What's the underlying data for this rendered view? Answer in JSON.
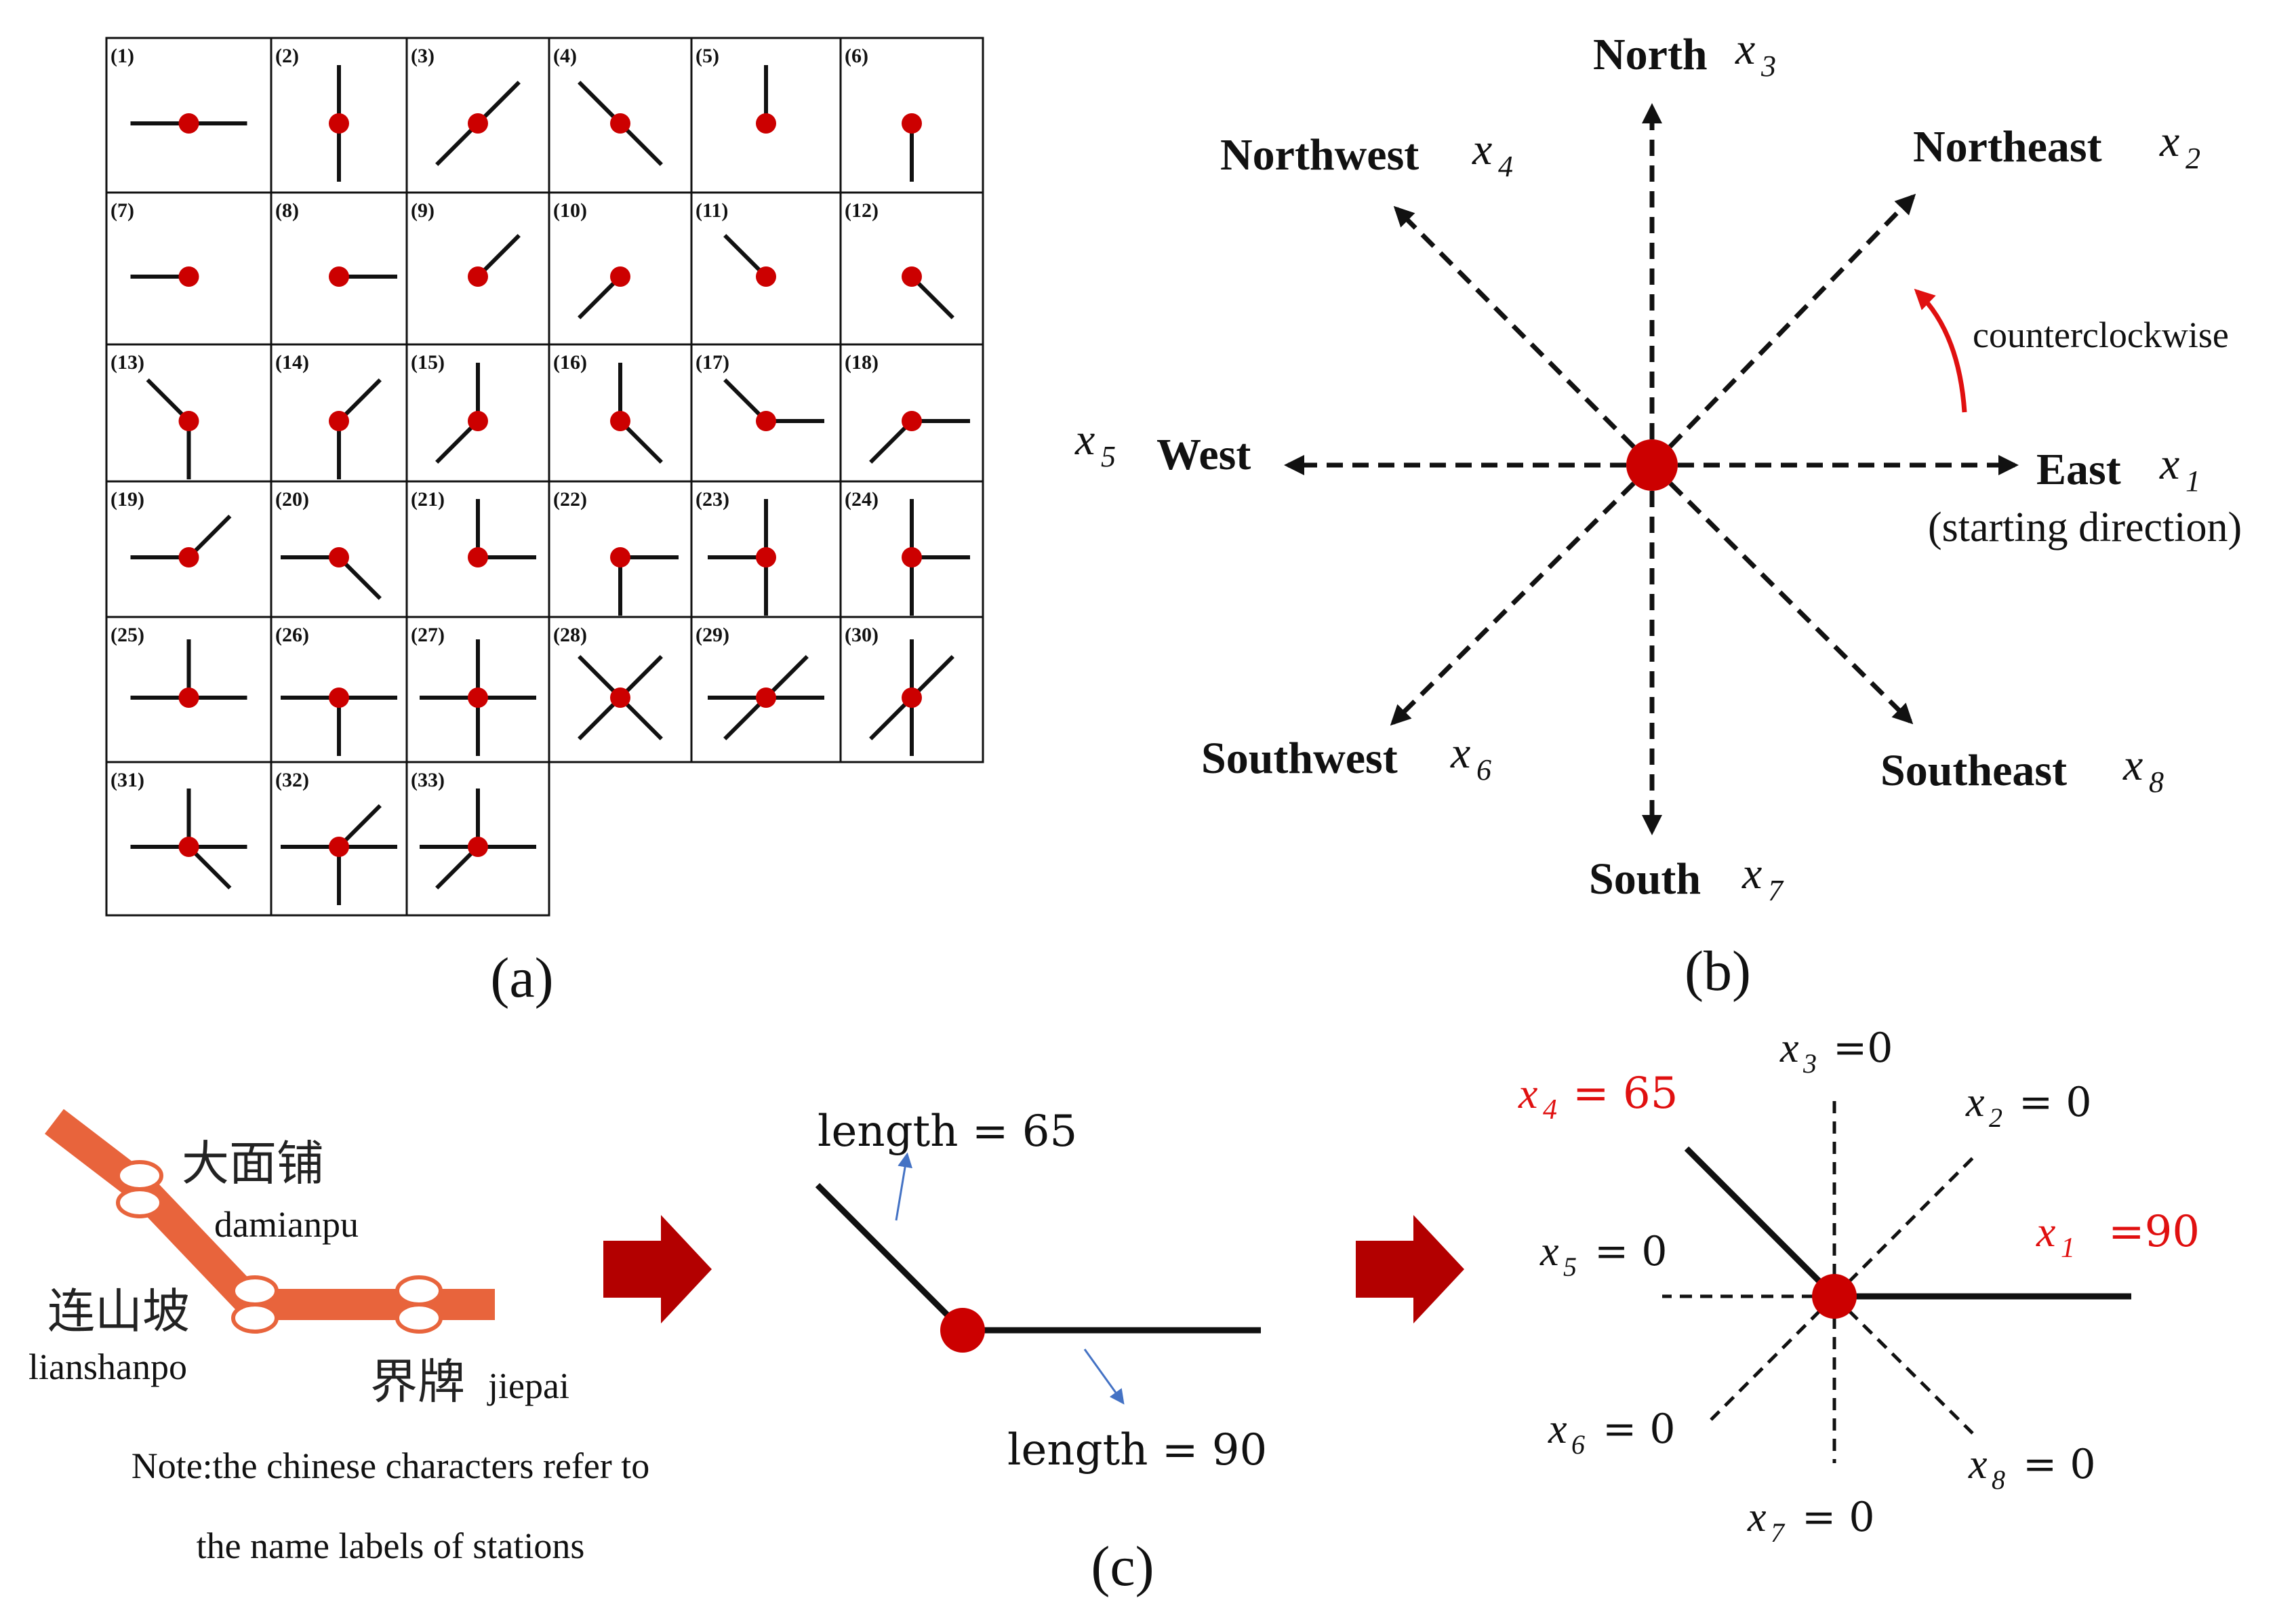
{
  "panel_a": {
    "caption": "(a)",
    "cells": [
      {
        "num": "(1)",
        "dirs": [
          "E",
          "W"
        ]
      },
      {
        "num": "(2)",
        "dirs": [
          "N",
          "S"
        ]
      },
      {
        "num": "(3)",
        "dirs": [
          "NE",
          "SW"
        ]
      },
      {
        "num": "(4)",
        "dirs": [
          "NW",
          "SE"
        ]
      },
      {
        "num": "(5)",
        "dirs": [
          "N"
        ]
      },
      {
        "num": "(6)",
        "dirs": [
          "S"
        ]
      },
      {
        "num": "(7)",
        "dirs": [
          "W"
        ]
      },
      {
        "num": "(8)",
        "dirs": [
          "E"
        ]
      },
      {
        "num": "(9)",
        "dirs": [
          "NE"
        ]
      },
      {
        "num": "(10)",
        "dirs": [
          "SW"
        ]
      },
      {
        "num": "(11)",
        "dirs": [
          "NW"
        ]
      },
      {
        "num": "(12)",
        "dirs": [
          "SE"
        ]
      },
      {
        "num": "(13)",
        "dirs": [
          "NW",
          "S"
        ]
      },
      {
        "num": "(14)",
        "dirs": [
          "NE",
          "S"
        ]
      },
      {
        "num": "(15)",
        "dirs": [
          "N",
          "SW"
        ]
      },
      {
        "num": "(16)",
        "dirs": [
          "N",
          "SE"
        ]
      },
      {
        "num": "(17)",
        "dirs": [
          "NW",
          "E"
        ]
      },
      {
        "num": "(18)",
        "dirs": [
          "E",
          "SW"
        ]
      },
      {
        "num": "(19)",
        "dirs": [
          "W",
          "NE"
        ]
      },
      {
        "num": "(20)",
        "dirs": [
          "W",
          "SE"
        ]
      },
      {
        "num": "(21)",
        "dirs": [
          "N",
          "E"
        ]
      },
      {
        "num": "(22)",
        "dirs": [
          "E",
          "S"
        ]
      },
      {
        "num": "(23)",
        "dirs": [
          "N",
          "S",
          "W"
        ]
      },
      {
        "num": "(24)",
        "dirs": [
          "N",
          "S",
          "E"
        ]
      },
      {
        "num": "(25)",
        "dirs": [
          "N",
          "E",
          "W"
        ]
      },
      {
        "num": "(26)",
        "dirs": [
          "S",
          "E",
          "W"
        ]
      },
      {
        "num": "(27)",
        "dirs": [
          "N",
          "S",
          "E",
          "W"
        ]
      },
      {
        "num": "(28)",
        "dirs": [
          "NE",
          "NW",
          "SE",
          "SW"
        ]
      },
      {
        "num": "(29)",
        "dirs": [
          "E",
          "W",
          "NE",
          "SW"
        ]
      },
      {
        "num": "(30)",
        "dirs": [
          "N",
          "S",
          "NE",
          "SW"
        ]
      },
      {
        "num": "(31)",
        "dirs": [
          "N",
          "E",
          "W",
          "SE"
        ]
      },
      {
        "num": "(32)",
        "dirs": [
          "S",
          "E",
          "W",
          "NE"
        ]
      },
      {
        "num": "(33)",
        "dirs": [
          "N",
          "E",
          "W",
          "SW"
        ]
      }
    ]
  },
  "panel_b": {
    "caption": "(b)",
    "directions": [
      {
        "name": "North",
        "var": "x",
        "sub": "3"
      },
      {
        "name": "Northeast",
        "var": "x",
        "sub": "2"
      },
      {
        "name": "Northwest",
        "var": "x",
        "sub": "4"
      },
      {
        "name": "West",
        "var": "x",
        "sub": "5"
      },
      {
        "name": "East",
        "var": "x",
        "sub": "1"
      },
      {
        "name": "Southwest",
        "var": "x",
        "sub": "6"
      },
      {
        "name": "Southeast",
        "var": "x",
        "sub": "8"
      },
      {
        "name": "South",
        "var": "x",
        "sub": "7"
      }
    ],
    "start_note": "(starting direction)",
    "rotation_label": "counterclockwise"
  },
  "panel_c": {
    "caption": "(c)",
    "stations": {
      "top_cn": "大面铺",
      "top_en": "damianpu",
      "mid_cn": "连山坡",
      "mid_en": "lianshanpo",
      "right_cn": "界牌",
      "right_en": "jiepai"
    },
    "note_line1": "Note:the chinese characters refer to",
    "note_line2": "the name labels of stations",
    "length_label_1": "length = 65",
    "length_label_2": "length = 90",
    "feature_values": [
      {
        "var": "x",
        "sub": "3",
        "eq": "=0",
        "highlight": false
      },
      {
        "var": "x",
        "sub": "2",
        "eq": "= 0",
        "highlight": false
      },
      {
        "var": "x",
        "sub": "4",
        "eq": "= 65",
        "highlight": true
      },
      {
        "var": "x",
        "sub": "1",
        "eq": "=90",
        "highlight": true
      },
      {
        "var": "x",
        "sub": "5",
        "eq": "= 0",
        "highlight": false
      },
      {
        "var": "x",
        "sub": "6",
        "eq": "= 0",
        "highlight": false
      },
      {
        "var": "x",
        "sub": "8",
        "eq": "= 0",
        "highlight": false
      },
      {
        "var": "x",
        "sub": "7",
        "eq": "= 0",
        "highlight": false
      }
    ]
  },
  "colors": {
    "node": "#cc0000",
    "line": "#111111",
    "metro": "#e8643c",
    "highlight": "#e01010",
    "arrow_red": "#b30000",
    "pointer_blue": "#4472c4"
  }
}
